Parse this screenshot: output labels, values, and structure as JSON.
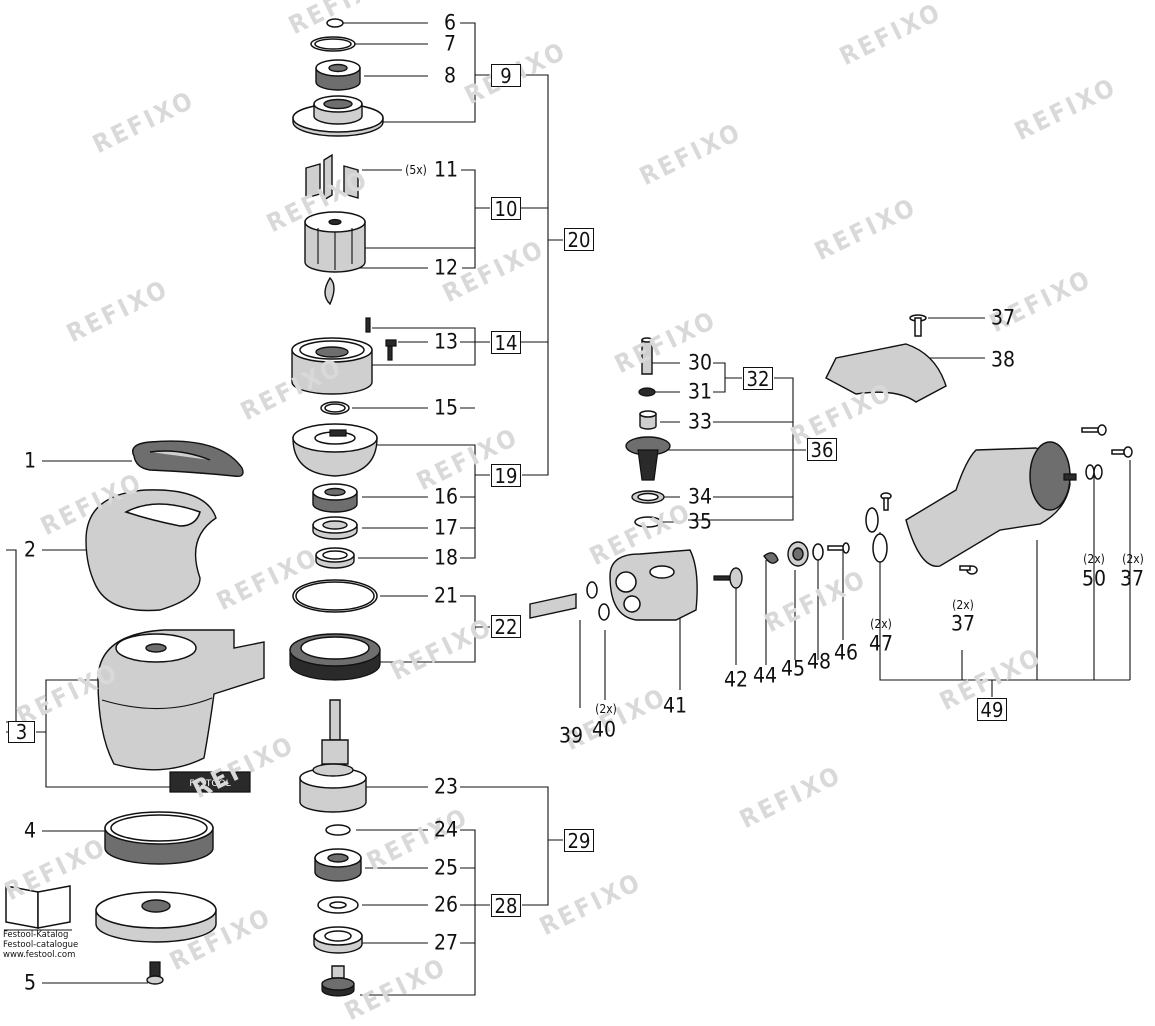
{
  "watermark": "REFIXO",
  "catalog": {
    "line1": "Festool-Katalog",
    "line2": "Festool-catalogue",
    "line3": "www.festool.com"
  },
  "brand_label": "FESTOOL",
  "callouts": {
    "n1": "1",
    "n2": "2",
    "n4": "4",
    "n5": "5",
    "n6": "6",
    "n7": "7",
    "n8": "8",
    "n11": "11",
    "n12": "12",
    "n13": "13",
    "n15": "15",
    "n16": "16",
    "n17": "17",
    "n18": "18",
    "n21": "21",
    "n23": "23",
    "n24": "24",
    "n25": "25",
    "n26": "26",
    "n27": "27",
    "n30": "30",
    "n31": "31",
    "n33": "33",
    "n34": "34",
    "n35": "35",
    "n37a": "37",
    "n38": "38",
    "n39": "39",
    "n40": "40",
    "n41": "41",
    "n42": "42",
    "n44": "44",
    "n45": "45",
    "n46": "46",
    "n47": "47",
    "n48": "48",
    "n37b": "37",
    "n50": "50",
    "n37c": "37"
  },
  "boxed": {
    "b3": "3",
    "b9": "9",
    "b10": "10",
    "b14": "14",
    "b19": "19",
    "b20": "20",
    "b22": "22",
    "b28": "28",
    "b29": "29",
    "b32": "32",
    "b36": "36",
    "b49": "49"
  },
  "quantities": {
    "q11": "(5x)",
    "q40": "(2x)",
    "q47": "(2x)",
    "q37b": "(2x)",
    "q50": "(2x)",
    "q37c": "(2x)"
  }
}
